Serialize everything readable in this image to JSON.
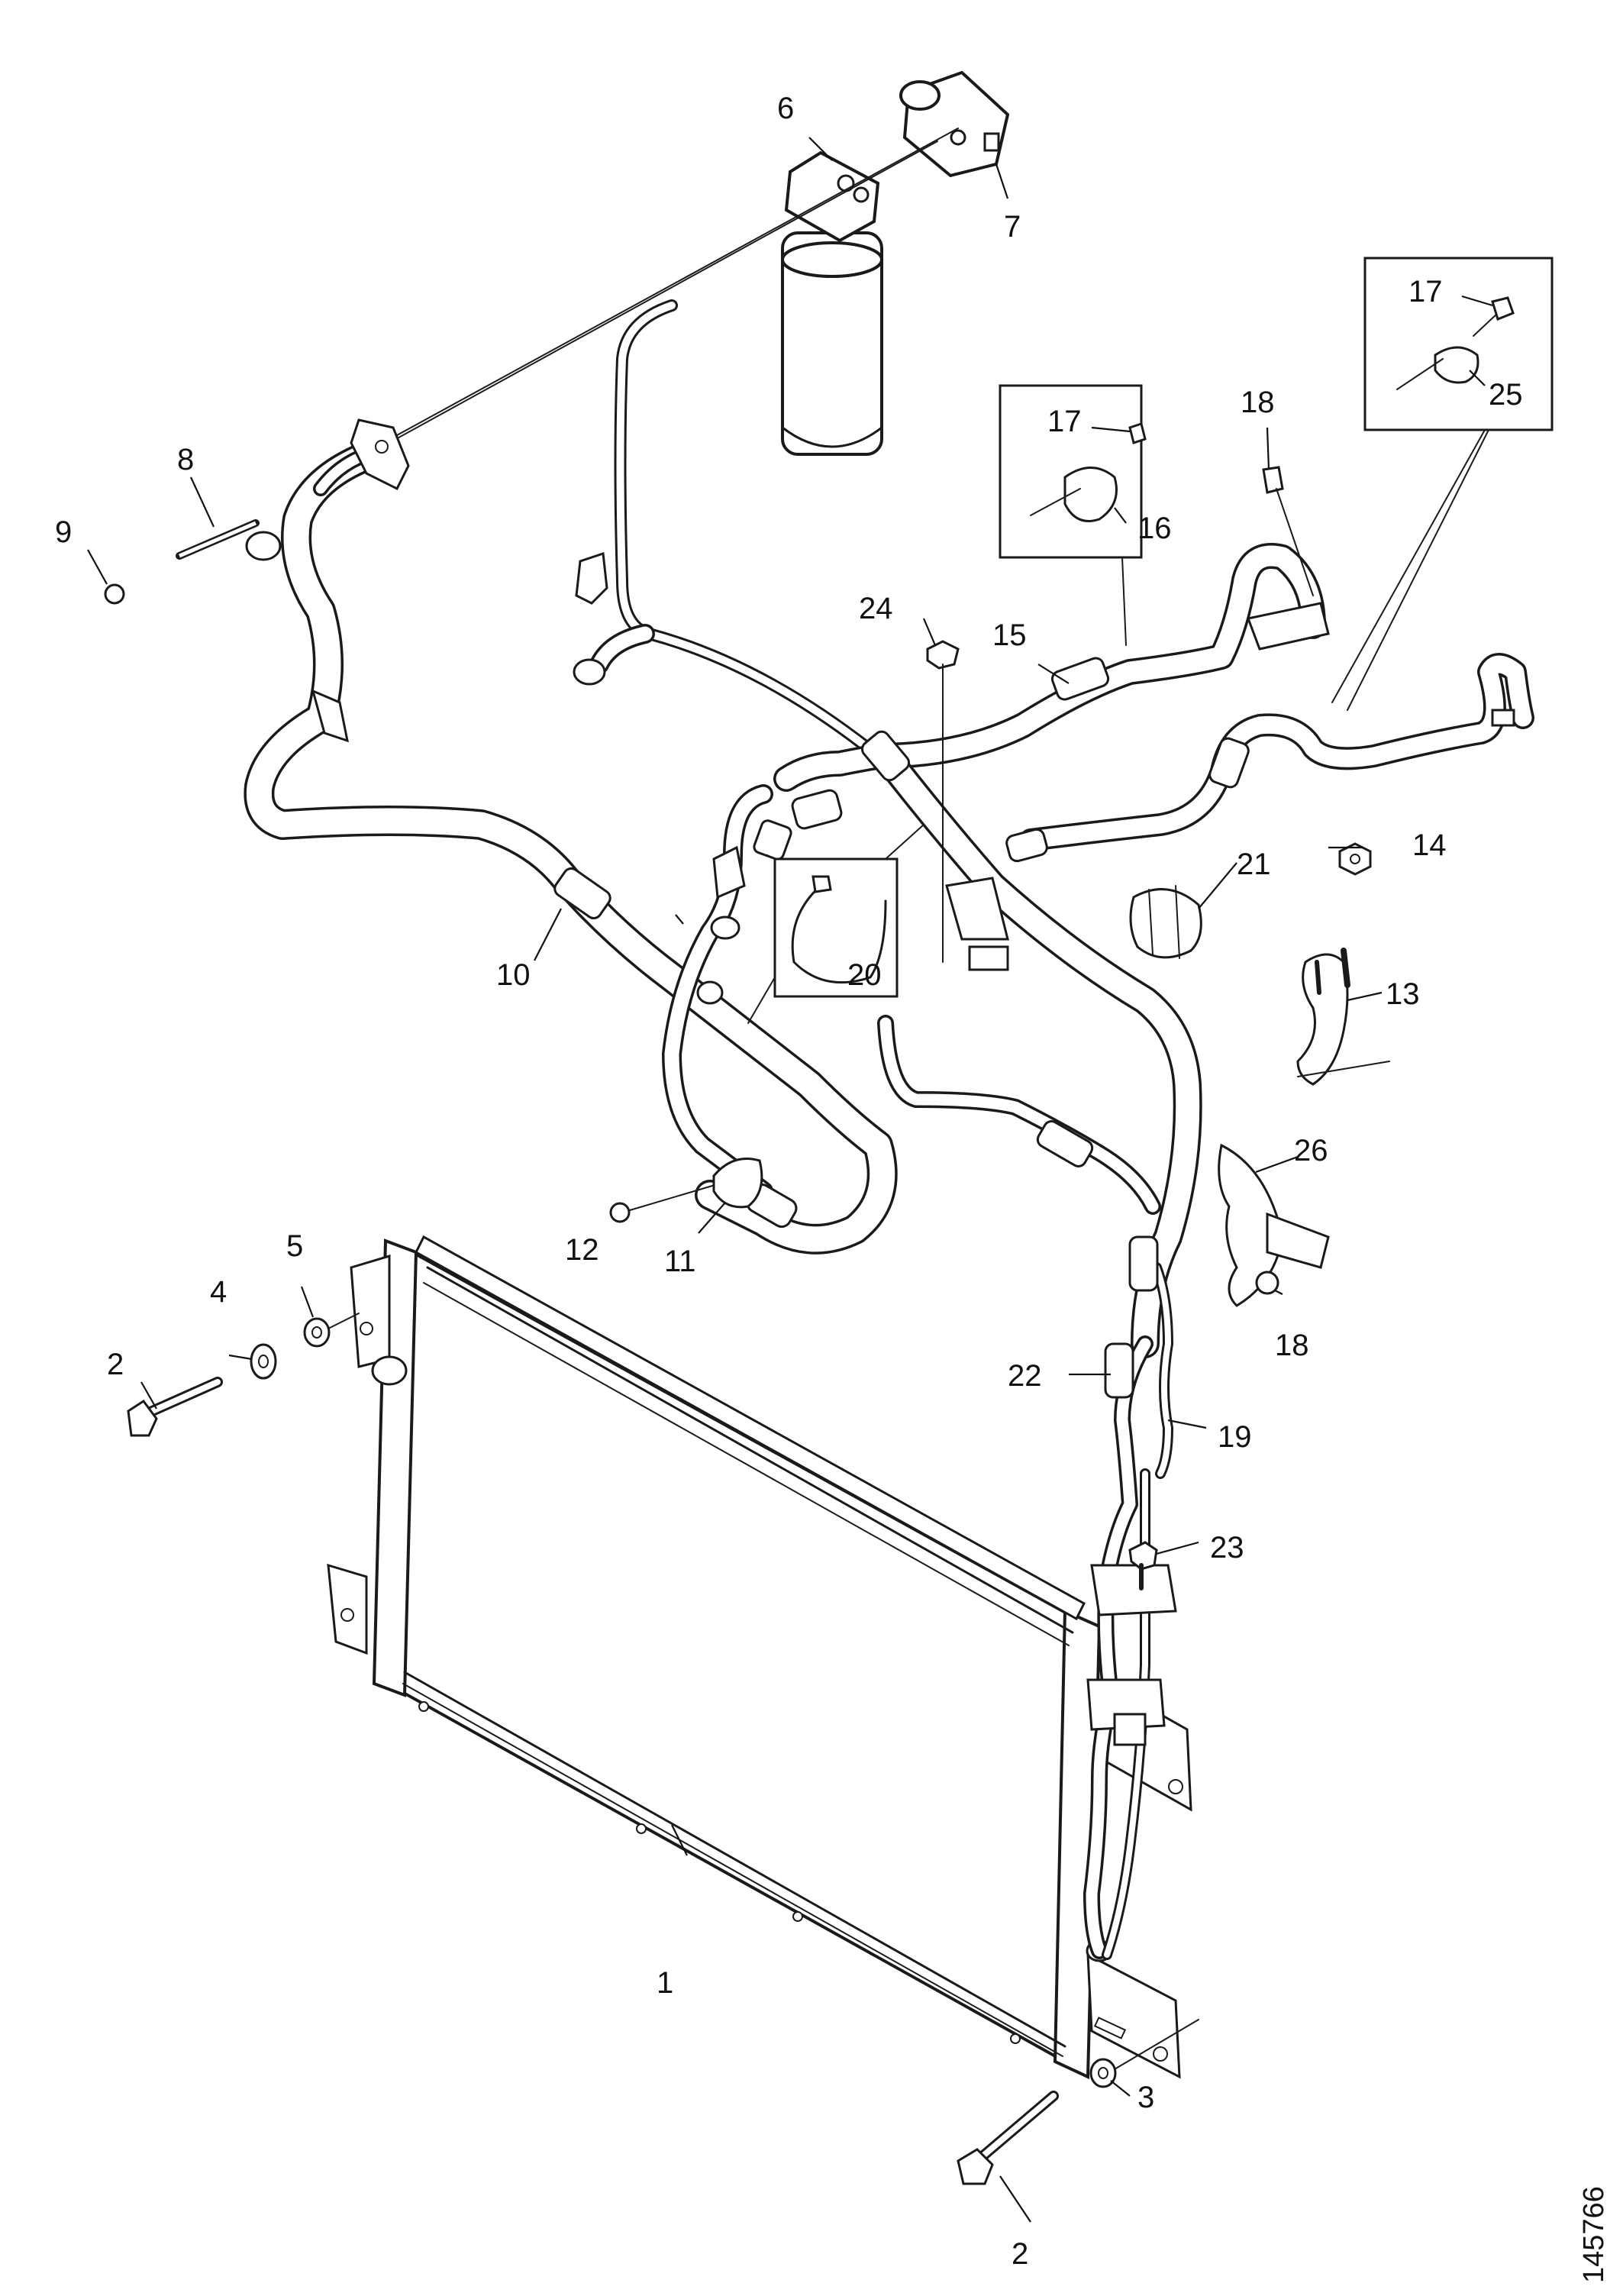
{
  "figure": {
    "reference_number": "145766",
    "colors": {
      "ink": "#1a1a1a",
      "background": "#ffffff",
      "hose_fill": "#ffffff",
      "part_fill": "#ffffff"
    }
  },
  "callouts": [
    {
      "id": "c1",
      "label": "1"
    },
    {
      "id": "c2a",
      "label": "2"
    },
    {
      "id": "c2b",
      "label": "2"
    },
    {
      "id": "c3",
      "label": "3"
    },
    {
      "id": "c4",
      "label": "4"
    },
    {
      "id": "c5",
      "label": "5"
    },
    {
      "id": "c6",
      "label": "6"
    },
    {
      "id": "c7",
      "label": "7"
    },
    {
      "id": "c8",
      "label": "8"
    },
    {
      "id": "c9",
      "label": "9"
    },
    {
      "id": "c10",
      "label": "10"
    },
    {
      "id": "c11",
      "label": "11"
    },
    {
      "id": "c12",
      "label": "12"
    },
    {
      "id": "c13",
      "label": "13"
    },
    {
      "id": "c14",
      "label": "14"
    },
    {
      "id": "c15",
      "label": "15"
    },
    {
      "id": "c16",
      "label": "16"
    },
    {
      "id": "c17a",
      "label": "17"
    },
    {
      "id": "c17b",
      "label": "17"
    },
    {
      "id": "c18a",
      "label": "18"
    },
    {
      "id": "c18b",
      "label": "18"
    },
    {
      "id": "c19",
      "label": "19"
    },
    {
      "id": "c20",
      "label": "20"
    },
    {
      "id": "c21",
      "label": "21"
    },
    {
      "id": "c22",
      "label": "22"
    },
    {
      "id": "c23",
      "label": "23"
    },
    {
      "id": "c24",
      "label": "24"
    },
    {
      "id": "c25",
      "label": "25"
    },
    {
      "id": "c26",
      "label": "26"
    }
  ]
}
